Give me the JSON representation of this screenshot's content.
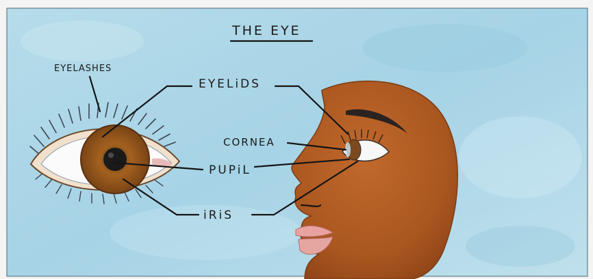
{
  "title": "THE EYE",
  "labels": {
    "eyelashes": "EYELASHES",
    "eyelids": "EYELiDS",
    "cornea": "CORNEA",
    "pupil": "PUPiL",
    "iris": "iRiS"
  },
  "colors": {
    "sky": "#a9d6e8",
    "skin": "#b35e2a",
    "iris": "#9c5a1f",
    "pupil": "#1a1a1a",
    "lips": "#e8a3a0",
    "ink": "#141414"
  }
}
